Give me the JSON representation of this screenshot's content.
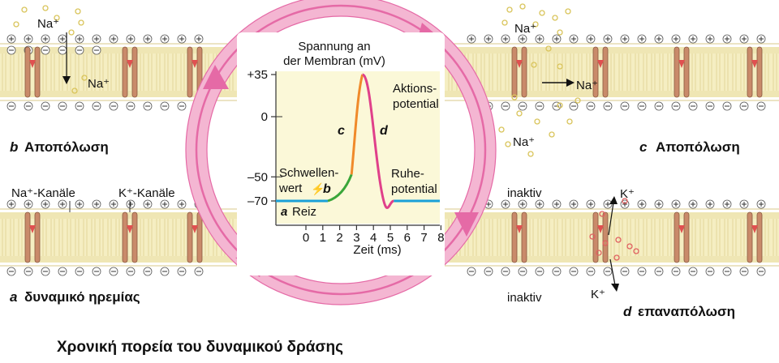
{
  "title": "Χρονική πορεία του δυναμικού δράσης",
  "panels": {
    "a": {
      "letter": "a",
      "text": "δυναμικό ηρεμίας",
      "na_channels": "Na⁺-Kanäle",
      "k_channels": "K⁺-Kanäle"
    },
    "b": {
      "letter": "b",
      "text": "Αποπόλωση",
      "na_top": "Na⁺",
      "na_inside": "Na⁺"
    },
    "c": {
      "letter": "c",
      "text": "Αποπόλωση",
      "na_top": "Na⁺",
      "na_mid": "Na⁺",
      "na_bottom": "Na⁺"
    },
    "d": {
      "letter": "d",
      "text": "επαναπόλωση",
      "inaktiv_top": "inaktiv",
      "inaktiv_bottom": "inaktiv",
      "k_top": "K⁺",
      "k_bottom": "K⁺"
    }
  },
  "graph": {
    "ylabel_line1": "Spannung an",
    "ylabel_line2": "der Membran (mV)",
    "xlabel": "Zeit (ms)",
    "yticks": [
      {
        "v": 35,
        "label": "+35"
      },
      {
        "v": 0,
        "label": "0"
      },
      {
        "v": -50,
        "label": "–50"
      },
      {
        "v": -70,
        "label": "–70"
      }
    ],
    "xticks": [
      "0",
      "1",
      "2",
      "3",
      "4",
      "5",
      "6",
      "7",
      "8"
    ],
    "aktions_line1": "Aktions-",
    "aktions_line2": "potential",
    "ruhe_line1": "Ruhe-",
    "ruhe_line2": "potential",
    "schwellen_line1": "Schwellen-",
    "schwellen_line2": "wert",
    "seg_b": "b",
    "seg_c": "c",
    "seg_d": "d",
    "reiz_letter": "a",
    "reiz_text": "Reiz"
  },
  "colors": {
    "membrane_fill": "#f5eec2",
    "membrane_line": "#d9c88a",
    "channel": "#c98a6a",
    "ring": "#e56aa6",
    "ring_light": "#f4b6d2",
    "graph_bg": "#fbf8d8",
    "curve_rest": "#1aa0d8",
    "curve_b": "#3aa63a",
    "curve_c": "#f08a2a",
    "curve_d": "#e0408a",
    "ion_na": "#d9c45a",
    "ion_k": "#e06060"
  }
}
